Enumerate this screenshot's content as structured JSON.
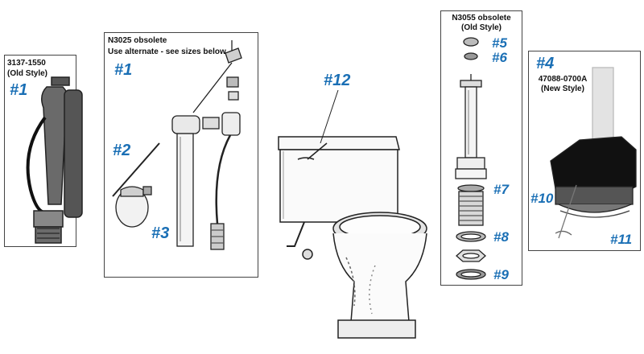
{
  "panels": {
    "fill_valve_old": {
      "part_number": "3137-1550",
      "style": "(Old Style)",
      "callout": "#1"
    },
    "fill_valve_kit": {
      "status": "N3025 obsolete",
      "note": "Use alternate - see sizes below",
      "callouts": [
        "#1",
        "#2",
        "#3"
      ]
    },
    "toilet": {
      "callout": "#12"
    },
    "flush_valve": {
      "status": "N3055 obsolete",
      "style": "(Old Style)",
      "callouts": [
        "#5",
        "#6",
        "#7",
        "#8",
        "#9"
      ]
    },
    "flapper_new": {
      "callout": "#4",
      "part_number": "47088-0700A",
      "style": "(New Style)",
      "callouts": [
        "#10",
        "#11"
      ]
    }
  },
  "colors": {
    "callout": "#1a6fb5",
    "border": "#444444"
  }
}
